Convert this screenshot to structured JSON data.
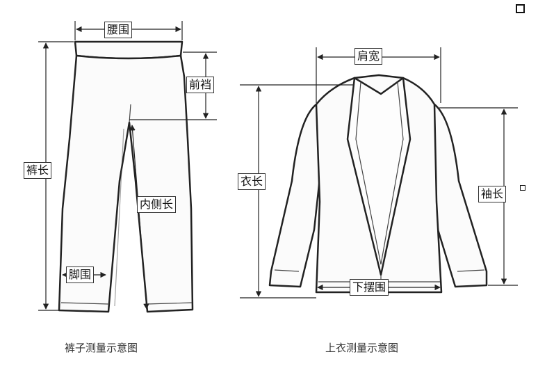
{
  "pants": {
    "waist": "腰围",
    "front_rise": "前裆",
    "length": "裤长",
    "inseam": "内侧长",
    "hem": "脚围",
    "caption": "裤子测量示意图"
  },
  "top": {
    "shoulder": "肩宽",
    "length": "衣长",
    "sleeve": "袖长",
    "hem": "下摆围",
    "caption": "上衣测量示意图"
  }
}
